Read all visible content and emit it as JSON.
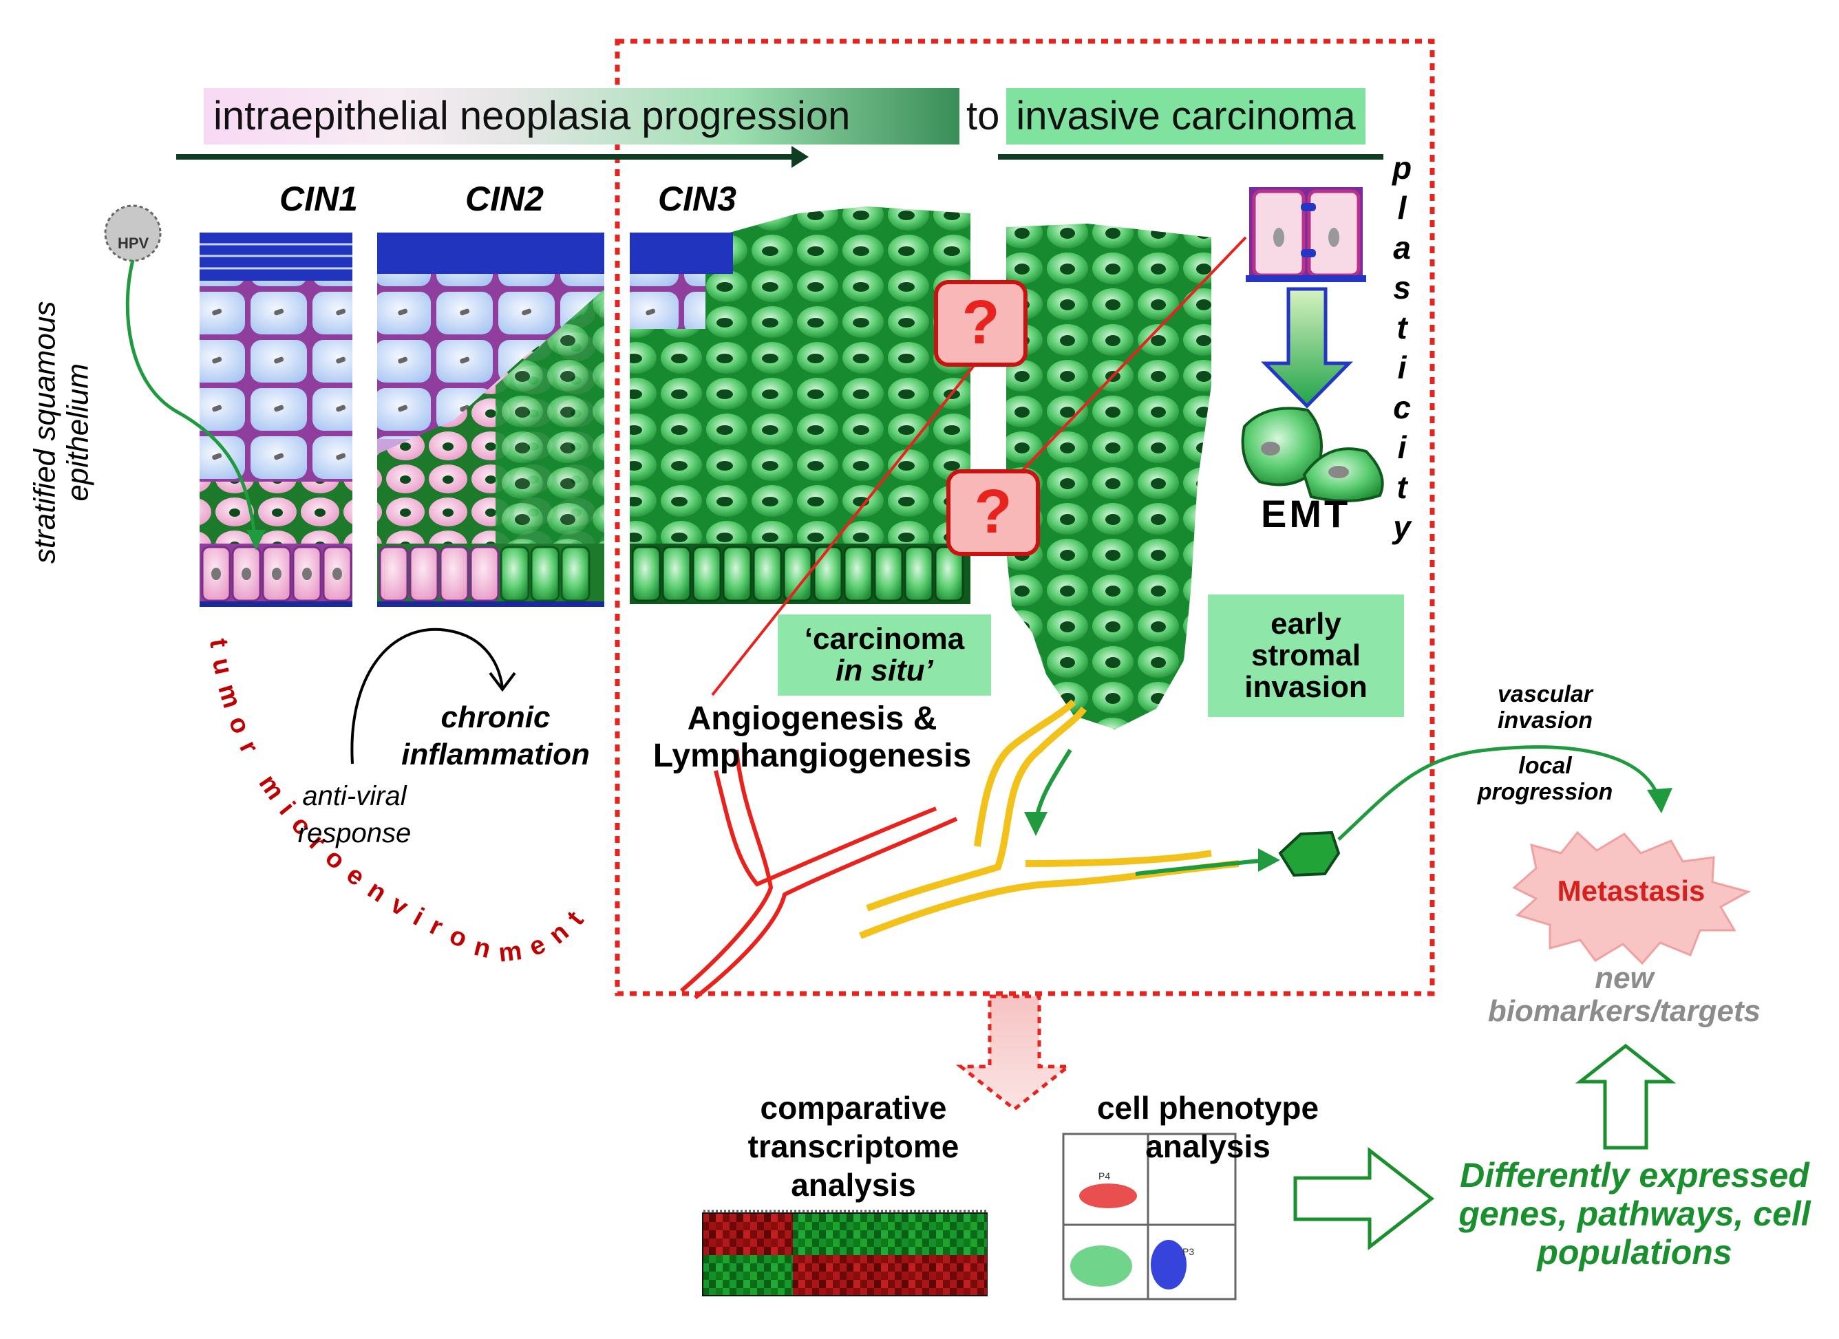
{
  "header": {
    "neoplasia_label": "intraepithelial neoplasia  progression",
    "to_label": "to",
    "invasive_label": "invasive carcinoma"
  },
  "stages": {
    "cin1": "CIN1",
    "cin2": "CIN2",
    "cin3": "CIN3"
  },
  "side_label_line1": "stratified squamous",
  "side_label_line2": "epithelium",
  "hpv_label": "HPV",
  "plasticity_letters": [
    "p",
    "l",
    "a",
    "s",
    "t",
    "i",
    "c",
    "i",
    "t",
    "y"
  ],
  "emt_label": "EMT",
  "question_mark": "?",
  "boxes": {
    "carcinoma_line1": "‘carcinoma",
    "carcinoma_line2": "in situ’",
    "early_line1": "early",
    "early_line2": "stromal",
    "early_line3": "invasion"
  },
  "angiogenesis_line1": "Angiogenesis &",
  "angiogenesis_line2": "Lymphangiogenesis",
  "chronic_line1": "chronic",
  "chronic_line2": "inflammation",
  "antiviral_line1": "anti-viral",
  "antiviral_line2": "response",
  "tumor_microenvironment": "tumor microenvironment",
  "vascular_line1": "vascular",
  "vascular_line2": "invasion",
  "local_line1": "local",
  "local_line2": "progression",
  "metastasis": "Metastasis",
  "new_line1": "new",
  "new_line2": "biomarkers/targets",
  "transcriptome_line1": "comparative",
  "transcriptome_line2": "transcriptome",
  "transcriptome_line3": "analysis",
  "phenotype_line1": "cell phenotype",
  "phenotype_line2": "analysis",
  "flow_gate_labels": [
    "P4",
    "P3"
  ],
  "result_line1": "Differently expressed",
  "result_line2": "genes, pathways, cell",
  "result_line3": "populations",
  "colors": {
    "dotted_box": "#e8221c",
    "green_box": "#8ee6a8",
    "cell_green": "#2fa84a",
    "cell_pink": "#f4b6d6",
    "basal_blue": "#1c2a9c",
    "vessel_red": "#e8221c",
    "vessel_yellow": "#f2c21a",
    "microenv_red": "#c00000",
    "result_green": "#1a8f2e",
    "gray_text": "#8c8c8c"
  }
}
